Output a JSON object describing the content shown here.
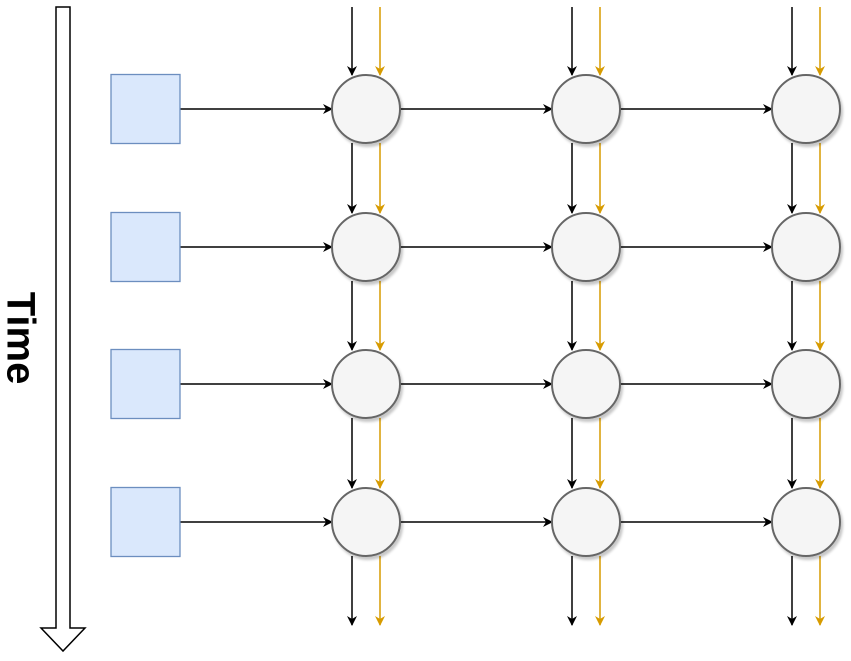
{
  "time_axis": {
    "label": "Time",
    "arrow_direction": "down"
  },
  "grid": {
    "rows": 4,
    "columns": 3,
    "inputs_per_row": 1,
    "input_node_shape": "square",
    "cell_node_shape": "circle"
  },
  "colors": {
    "input_fill": "#dae8fc",
    "input_stroke": "#6c8ebf",
    "node_fill": "#f5f5f5",
    "node_stroke": "#666666",
    "black_arrow": "#000000",
    "gold_arrow": "#d79b00",
    "time_arrow_fill": "#ffffff",
    "time_arrow_stroke": "#000000"
  },
  "connections": {
    "input_to_first_column": true,
    "horizontal_between_columns": true,
    "vertical_black_stream": true,
    "vertical_gold_stream": true
  }
}
